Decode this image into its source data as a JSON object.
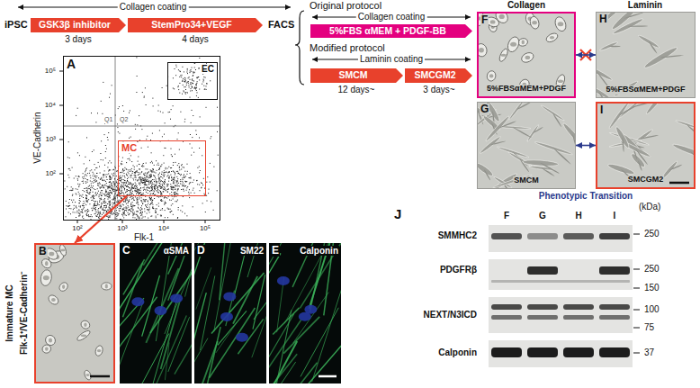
{
  "diagram": {
    "nodes": [
      {
        "text": [
          "GSK3β inhibitor"
        ]
      },
      {
        "text": [
          "StemPro34+VEGF"
        ]
      },
      {
        "text": [
          "5%FBS αMEM + PDGF-BB"
        ]
      },
      {
        "text": [
          "SMCM"
        ]
      },
      {
        "text": [
          "SMCGM2"
        ]
      },
      {
        "text": [
          "F",
          "5%FBSαMEM+PDGF"
        ]
      },
      {
        "text": [
          "H",
          "5%FBSαMEM+PDGF"
        ]
      },
      {
        "text": [
          "G",
          "SMCM"
        ]
      },
      {
        "text": [
          "I",
          "SMCGM2"
        ]
      },
      {
        "text": [
          "A"
        ]
      },
      {
        "text": [
          "EC"
        ],
        "in": 9
      },
      {
        "text": [
          "MC"
        ],
        "in": 9
      },
      {
        "text": [
          "B"
        ]
      },
      {
        "text": [
          "C",
          "αSMA"
        ]
      },
      {
        "text": [
          "D",
          "SM22"
        ]
      },
      {
        "text": [
          "E",
          "Calponin"
        ]
      }
    ],
    "edges": [
      {
        "from": 11,
        "to": 12,
        "arrow": "to"
      },
      {
        "from": 5,
        "to": 6,
        "arrow": "both"
      },
      {
        "from": 7,
        "to": 8,
        "arrow": "both"
      }
    ],
    "labels": [
      "Collagen coating",
      "iPSC",
      "FACS",
      "3 days",
      "4 days",
      "Original protocol",
      "Collagen coating",
      "Modified protocol",
      "Laminin coating",
      "12 days~",
      "3 days~",
      "Collagen",
      "Laminin",
      "Phenotypic Transition",
      "VE-Cadherin",
      "Flk-1",
      "Q1",
      "Q2",
      "10⁵",
      "10⁴",
      "10³",
      "10²",
      "10²",
      "10³",
      "10⁴",
      "10⁵",
      "Immature MC",
      "Flk-1⁺/VE-Cadherin⁻",
      "J",
      "F",
      "G",
      "H",
      "I",
      "(kDa)",
      "SMMHC2",
      "PDGFRβ",
      "NEXT/N3ICD",
      "Calponin",
      "250",
      "250",
      "150",
      "100",
      "75",
      "37"
    ]
  }
}
